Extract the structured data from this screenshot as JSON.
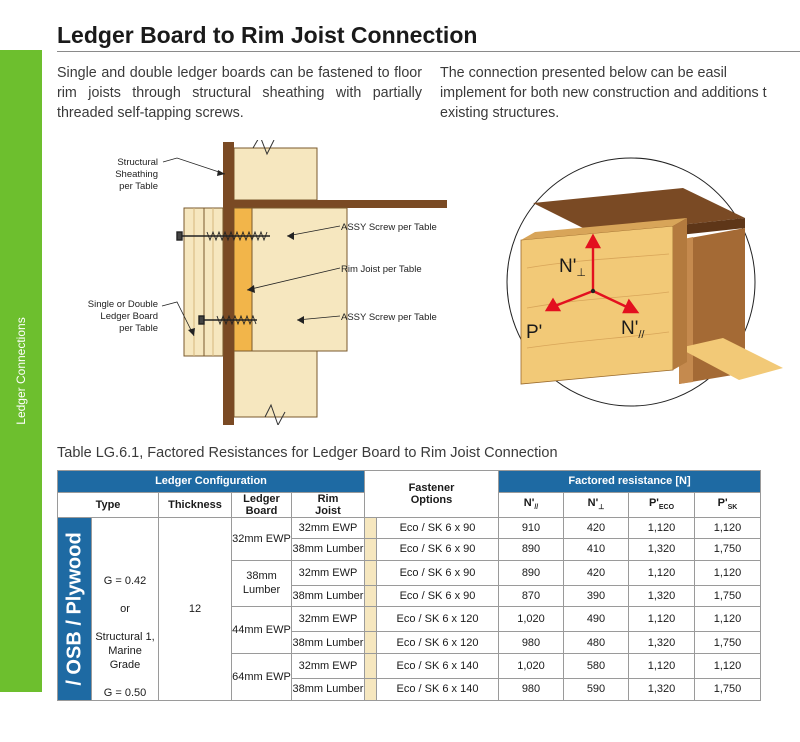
{
  "side_tab": "Ledger Connections",
  "title": "Ledger Board to Rim Joist Connection",
  "intro": {
    "left": "Single and double ledger boards can be fastened to floor rim joists through structural sheathing with partially threaded self-tapping screws.",
    "right_lines": [
      "The connection presented below can be easil",
      "implement for both new construction and additions t",
      "existing structures."
    ]
  },
  "figure_left": {
    "labels": {
      "sheathing": [
        "Structural",
        "Sheathing",
        "per Table"
      ],
      "ledger": [
        "Single or Double",
        "Ledger Board",
        "per Table"
      ],
      "screw_top": "ASSY Screw per Table",
      "rim": "Rim Joist per Table",
      "screw_bottom": "ASSY Screw per Table"
    }
  },
  "figure_right": {
    "labels": {
      "n_perp_base": "N'",
      "n_perp_sub": "⊥",
      "n_par_base": "N'",
      "n_par_sub": "//",
      "p": "P'"
    },
    "colors": {
      "arrow": "#e3101f"
    }
  },
  "table": {
    "caption": "Table LG.6.1, Factored Resistances for Ledger Board to Rim Joist Connection",
    "group_headers": {
      "ledger_configuration": "Ledger Configuration",
      "factored_resistance": "Factored resistance [N]"
    },
    "headers": {
      "type": "Type",
      "thickness": "Thickness",
      "ledger_board": [
        "Ledger",
        "Board"
      ],
      "rim_joist": [
        "Rim",
        "Joist"
      ],
      "fastener": [
        "Fastener",
        "Options"
      ],
      "n_par": "N'",
      "n_par_sub": "//",
      "n_perp": "N'",
      "n_perp_sub": "⊥",
      "p_eco": "P'",
      "p_eco_sub": "ECO",
      "p_sk": "P'",
      "p_sk_sub": "SK"
    },
    "band": "/ OSB / Plywood",
    "type_lines": [
      "G = 0.42",
      "or",
      "Structural 1,",
      "Marine",
      "Grade",
      "G = 0.50"
    ],
    "thickness": "12",
    "ledger_groups": [
      "32mm EWP",
      "38mm Lumber",
      "44mm EWP",
      "64mm EWP"
    ],
    "rows": [
      {
        "rim": "32mm EWP",
        "fastener": "Eco / SK 6 x 90",
        "n_par": "910",
        "n_perp": "420",
        "p_eco": "1,120",
        "p_sk": "1,120"
      },
      {
        "rim": "38mm Lumber",
        "fastener": "Eco / SK 6 x 90",
        "n_par": "890",
        "n_perp": "410",
        "p_eco": "1,320",
        "p_sk": "1,750"
      },
      {
        "rim": "32mm EWP",
        "fastener": "Eco / SK 6 x 90",
        "n_par": "890",
        "n_perp": "420",
        "p_eco": "1,120",
        "p_sk": "1,120"
      },
      {
        "rim": "38mm Lumber",
        "fastener": "Eco / SK 6 x 90",
        "n_par": "870",
        "n_perp": "390",
        "p_eco": "1,320",
        "p_sk": "1,750"
      },
      {
        "rim": "32mm EWP",
        "fastener": "Eco / SK 6 x 120",
        "n_par": "1,020",
        "n_perp": "490",
        "p_eco": "1,120",
        "p_sk": "1,120"
      },
      {
        "rim": "38mm Lumber",
        "fastener": "Eco / SK 6 x 120",
        "n_par": "980",
        "n_perp": "480",
        "p_eco": "1,320",
        "p_sk": "1,750"
      },
      {
        "rim": "32mm EWP",
        "fastener": "Eco / SK 6 x 140",
        "n_par": "1,020",
        "n_perp": "580",
        "p_eco": "1,120",
        "p_sk": "1,120"
      },
      {
        "rim": "38mm Lumber",
        "fastener": "Eco / SK 6 x 140",
        "n_par": "980",
        "n_perp": "590",
        "p_eco": "1,320",
        "p_sk": "1,750"
      }
    ],
    "colors": {
      "header_blue": "#1e6aa3",
      "shade": "#f6e7bf",
      "green_tab": "#6dbf2e"
    }
  }
}
